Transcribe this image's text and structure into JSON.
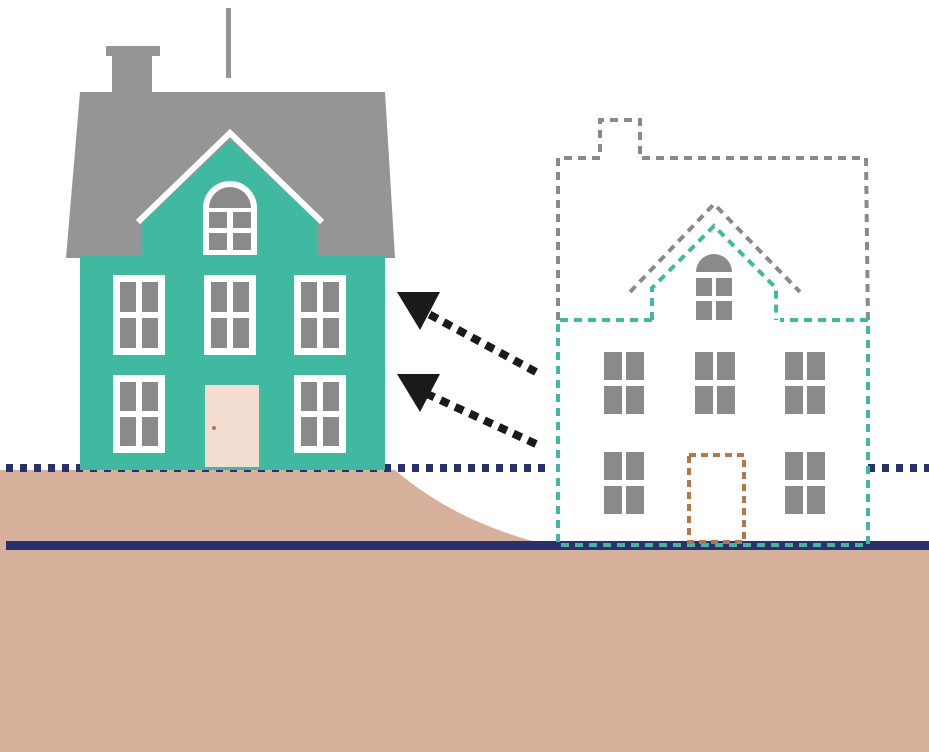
{
  "diagram": {
    "kind": "house-raising-illustration",
    "elements": [
      "raised-house",
      "original-house-outline",
      "raise-arrows",
      "ground",
      "original-ground-line",
      "raised-ground-line"
    ]
  },
  "colors": {
    "background": "#ffffff",
    "roof": "#959595",
    "house_body": "#3fbaa0",
    "window_pane": "#8a8a8a",
    "window_frame": "#ffffff",
    "door": "#f3ddd0",
    "ground": "#d6b09a",
    "ground_line": "#28306e",
    "outline_gray": "#8a8a8a",
    "outline_teal": "#3fbaa0",
    "outline_door": "#b5774a",
    "arrow": "#1a1a1a"
  }
}
